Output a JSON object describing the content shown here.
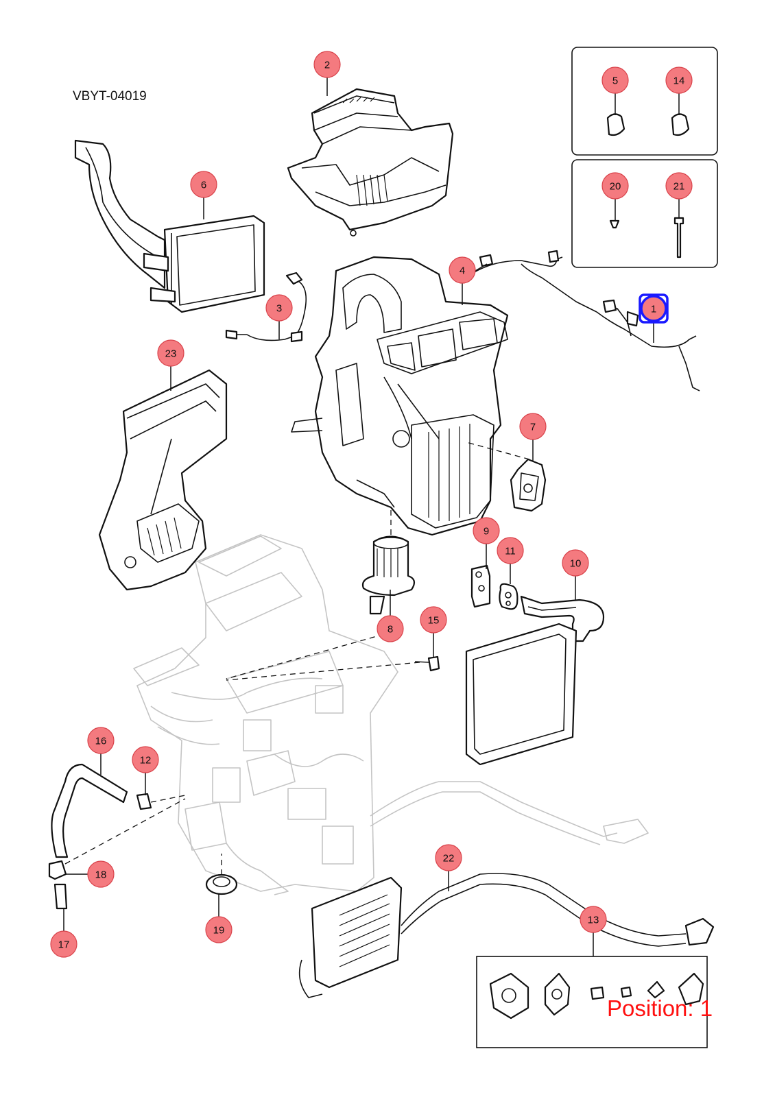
{
  "drawing_id": "VBYT-04019",
  "position_label": "Position: 1",
  "callouts": [
    {
      "id": "1",
      "label": "1",
      "selected": true
    },
    {
      "id": "2",
      "label": "2"
    },
    {
      "id": "3",
      "label": "3"
    },
    {
      "id": "4",
      "label": "4"
    },
    {
      "id": "5",
      "label": "5"
    },
    {
      "id": "6",
      "label": "6"
    },
    {
      "id": "7",
      "label": "7"
    },
    {
      "id": "8",
      "label": "8"
    },
    {
      "id": "9",
      "label": "9"
    },
    {
      "id": "10",
      "label": "10"
    },
    {
      "id": "11",
      "label": "11"
    },
    {
      "id": "12",
      "label": "12"
    },
    {
      "id": "13",
      "label": "13"
    },
    {
      "id": "14",
      "label": "14"
    },
    {
      "id": "15",
      "label": "15"
    },
    {
      "id": "16",
      "label": "16"
    },
    {
      "id": "17",
      "label": "17"
    },
    {
      "id": "18",
      "label": "18"
    },
    {
      "id": "19",
      "label": "19"
    },
    {
      "id": "20",
      "label": "20"
    },
    {
      "id": "21",
      "label": "21"
    },
    {
      "id": "22",
      "label": "22"
    },
    {
      "id": "23",
      "label": "23"
    }
  ],
  "colors": {
    "callout_fill": "#f47a7f",
    "selected_outline": "#1a1aff",
    "position_text": "#ff1010"
  }
}
